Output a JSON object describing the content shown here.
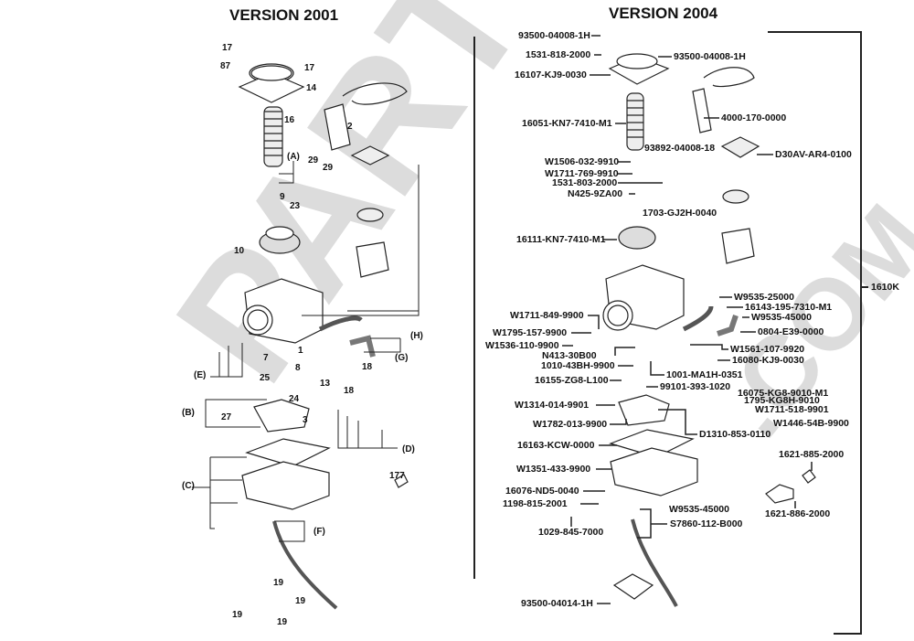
{
  "watermark": {
    "brand": "PARTSO",
    "suffix": ".COM"
  },
  "left": {
    "title": "VERSION 2001",
    "callouts": [
      "17",
      "87",
      "17",
      "14",
      "16",
      "2",
      "(A)",
      "29",
      "29",
      "9",
      "23",
      "10",
      "1",
      "7",
      "8",
      "(E)",
      "25",
      "24",
      "(B)",
      "27",
      "3",
      "(H)",
      "(G)",
      "18",
      "13",
      "18",
      "(D)",
      "177",
      "(C)",
      "(F)",
      "19",
      "19",
      "19",
      "19"
    ]
  },
  "right": {
    "title": "VERSION 2004",
    "assembly_label": "1610K",
    "parts": [
      "93500-04008-1H",
      "1531-818-2000",
      "93500-04008-1H",
      "16107-KJ9-0030",
      "16051-KN7-7410-M1",
      "4000-170-0000",
      "93892-04008-18",
      "D30AV-AR4-0100",
      "W1506-032-9910",
      "W1711-769-9910",
      "1531-803-2000",
      "N425-9ZA00",
      "1703-GJ2H-0040",
      "16111-KN7-7410-M1",
      "W9535-25000",
      "16143-195-7310-M1",
      "W9535-45000",
      "W1711-849-9900",
      "W1795-157-9900",
      "0804-E39-0000",
      "W1536-110-9900",
      "W1561-107-9920",
      "N413-30B00",
      "16080-KJ9-0030",
      "1010-43BH-9900",
      "1001-MA1H-0351",
      "16155-ZG8-L100",
      "99101-393-1020",
      "16075-KG8-9010-M1",
      "1795-KG8H-9010",
      "W1314-014-9901",
      "W1711-518-9901",
      "W1782-013-9900",
      "W1446-54B-9900",
      "D1310-853-0110",
      "16163-KCW-0000",
      "1621-885-2000",
      "W1351-433-9900",
      "16076-ND5-0040",
      "1198-815-2001",
      "W9535-45000",
      "1621-886-2000",
      "S7860-112-B000",
      "1029-845-7000",
      "93500-04014-1H"
    ]
  }
}
